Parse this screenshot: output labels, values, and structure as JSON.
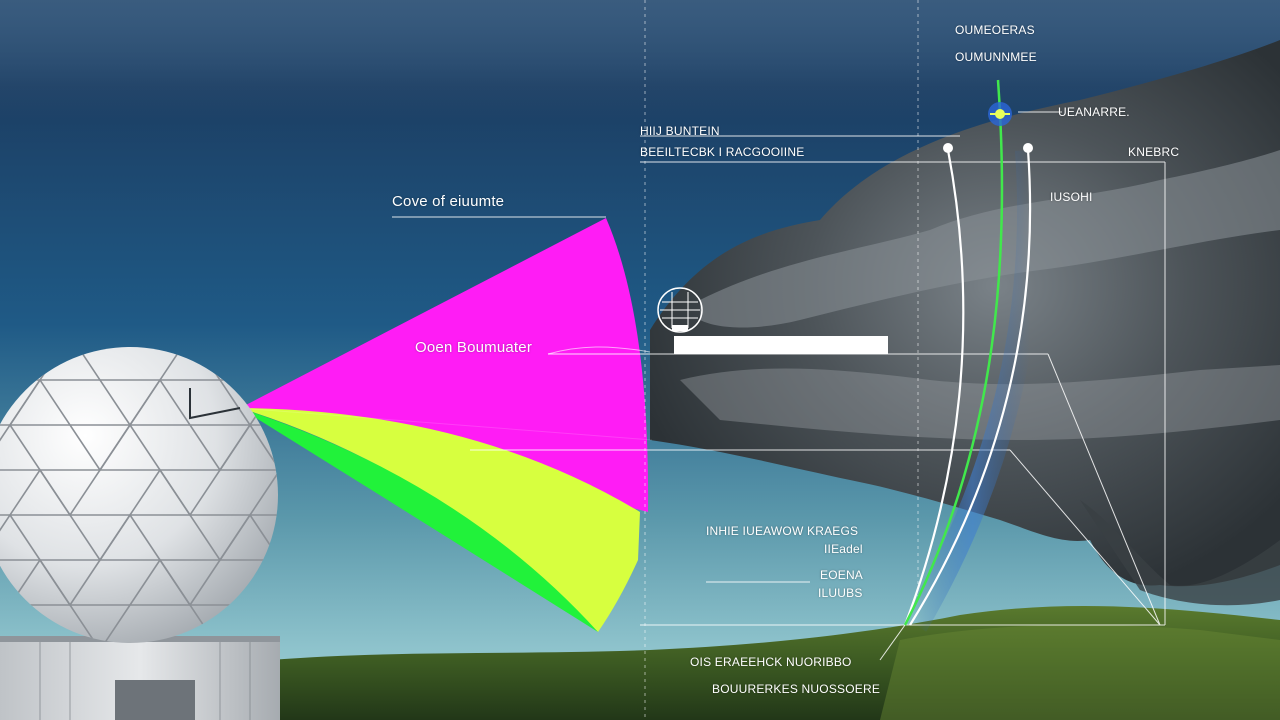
{
  "labels": {
    "cone": "Cove of eiuumte",
    "beam": "Ooen Boumuater",
    "top1": "OUMEOERAS",
    "top2": "OUMUNNMEE",
    "top_right": "UEANARRE.",
    "upper1": "HIIJ BUNTEIN",
    "upper2": "BEEILTECBK I RACGOOIINE",
    "right1": "KNEBRC",
    "right2": "IUSOHI",
    "mid1": "INHIE  IUEAWOW KRAEGS",
    "mid2": "IIEadel",
    "mid3": "EOENA",
    "mid4": "ILUUBS",
    "bottom1": "OIS ERAEEHCK NUORIBBO",
    "bottom2": "BOUURERKES NUOSSOERE"
  },
  "colors": {
    "sky_top": "#1c3e63",
    "sky_bottom": "#8fbfcf",
    "cone_magenta": "#ff1cf5",
    "cone_yellow": "#d7ff3f",
    "cone_green": "#21f23a",
    "beam_green": "#41e84c",
    "hill_green": "#3c5a22"
  },
  "icons": [
    "radar-dome",
    "weather-satellite-icon",
    "target-marker-icon"
  ]
}
